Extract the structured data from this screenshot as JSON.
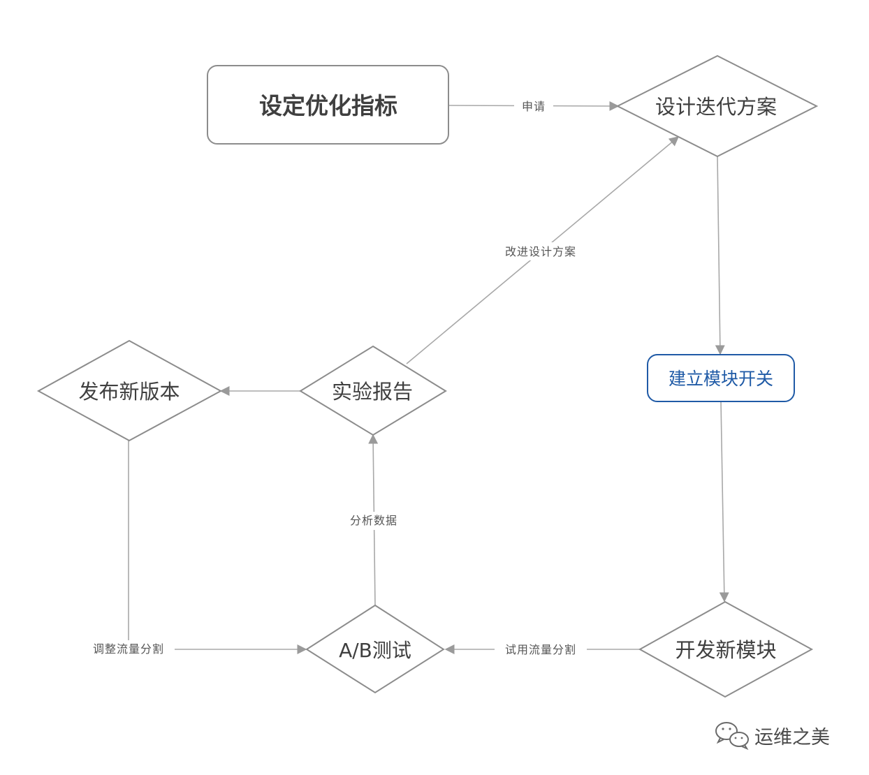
{
  "nodes": {
    "set_goal": "设定优化指标",
    "design_plan": "设计迭代方案",
    "module_switch": "建立模块开关",
    "dev_module": "开发新模块",
    "ab_test": "A/B测试",
    "exp_report": "实验报告",
    "release": "发布新版本"
  },
  "edges": {
    "apply": "申请",
    "improve_design": "改进设计方案",
    "analyze_data": "分析数据",
    "trial_traffic": "试用流量分割",
    "adjust_traffic": "调整流量分割"
  },
  "watermark": {
    "text": "运维之美"
  },
  "colors": {
    "stroke": "#8c8c8c",
    "arrow": "#999999",
    "highlight": "#1f5aa6",
    "text": "#3f3f3f"
  }
}
